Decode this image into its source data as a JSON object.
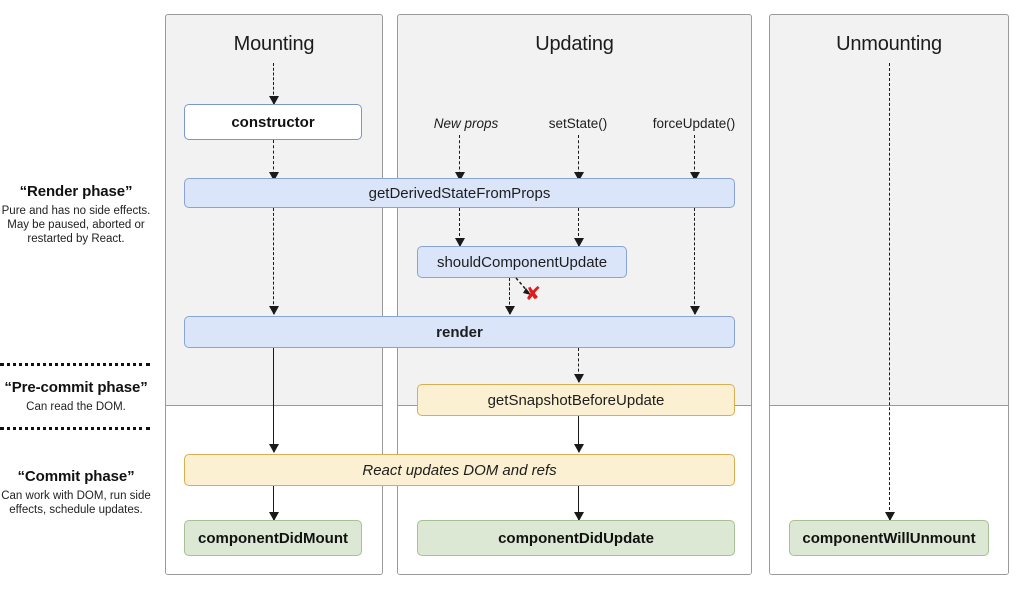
{
  "legend": [
    {
      "id": "render-phase",
      "title": "“Render phase”",
      "body": "Pure and has no side effects. May be paused, aborted or restarted by React."
    },
    {
      "id": "pre-commit-phase",
      "title": "“Pre-commit phase”",
      "body": "Can read the DOM."
    },
    {
      "id": "commit-phase",
      "title": "“Commit phase”",
      "body": "Can work with DOM, run side effects, schedule updates."
    }
  ],
  "panels": [
    {
      "id": "mounting",
      "title": "Mounting"
    },
    {
      "id": "updating",
      "title": "Updating"
    },
    {
      "id": "unmounting",
      "title": "Unmounting"
    }
  ],
  "triggers": [
    {
      "id": "new-props",
      "label": "New props"
    },
    {
      "id": "set-state",
      "label": "setState()"
    },
    {
      "id": "force-update",
      "label": "forceUpdate()"
    }
  ],
  "nodes": [
    {
      "id": "constructor",
      "label": "constructor"
    },
    {
      "id": "get-derived-state-from-props",
      "label": "getDerivedStateFromProps"
    },
    {
      "id": "should-component-update",
      "label": "shouldComponentUpdate"
    },
    {
      "id": "render",
      "label": "render"
    },
    {
      "id": "get-snapshot-before-update",
      "label": "getSnapshotBeforeUpdate"
    },
    {
      "id": "react-updates-dom",
      "label": "React updates DOM and refs"
    },
    {
      "id": "component-did-mount",
      "label": "componentDidMount"
    },
    {
      "id": "component-did-update",
      "label": "componentDidUpdate"
    },
    {
      "id": "component-will-unmount",
      "label": "componentWillUnmount"
    }
  ],
  "markers": [
    {
      "id": "skip-render-x",
      "glyph": "✘"
    }
  ],
  "colors": {
    "render_box": "#dbe5f9",
    "render_box_border": "#8aa4d0",
    "precommit_box": "#fcf0d2",
    "precommit_box_border": "#d9ae52",
    "commit_box": "#dce8d3",
    "commit_box_border": "#a7c096",
    "panel_bg": "#f2f2f2",
    "panel_border": "#9a9a9a",
    "skip_marker": "#e01b1b"
  }
}
